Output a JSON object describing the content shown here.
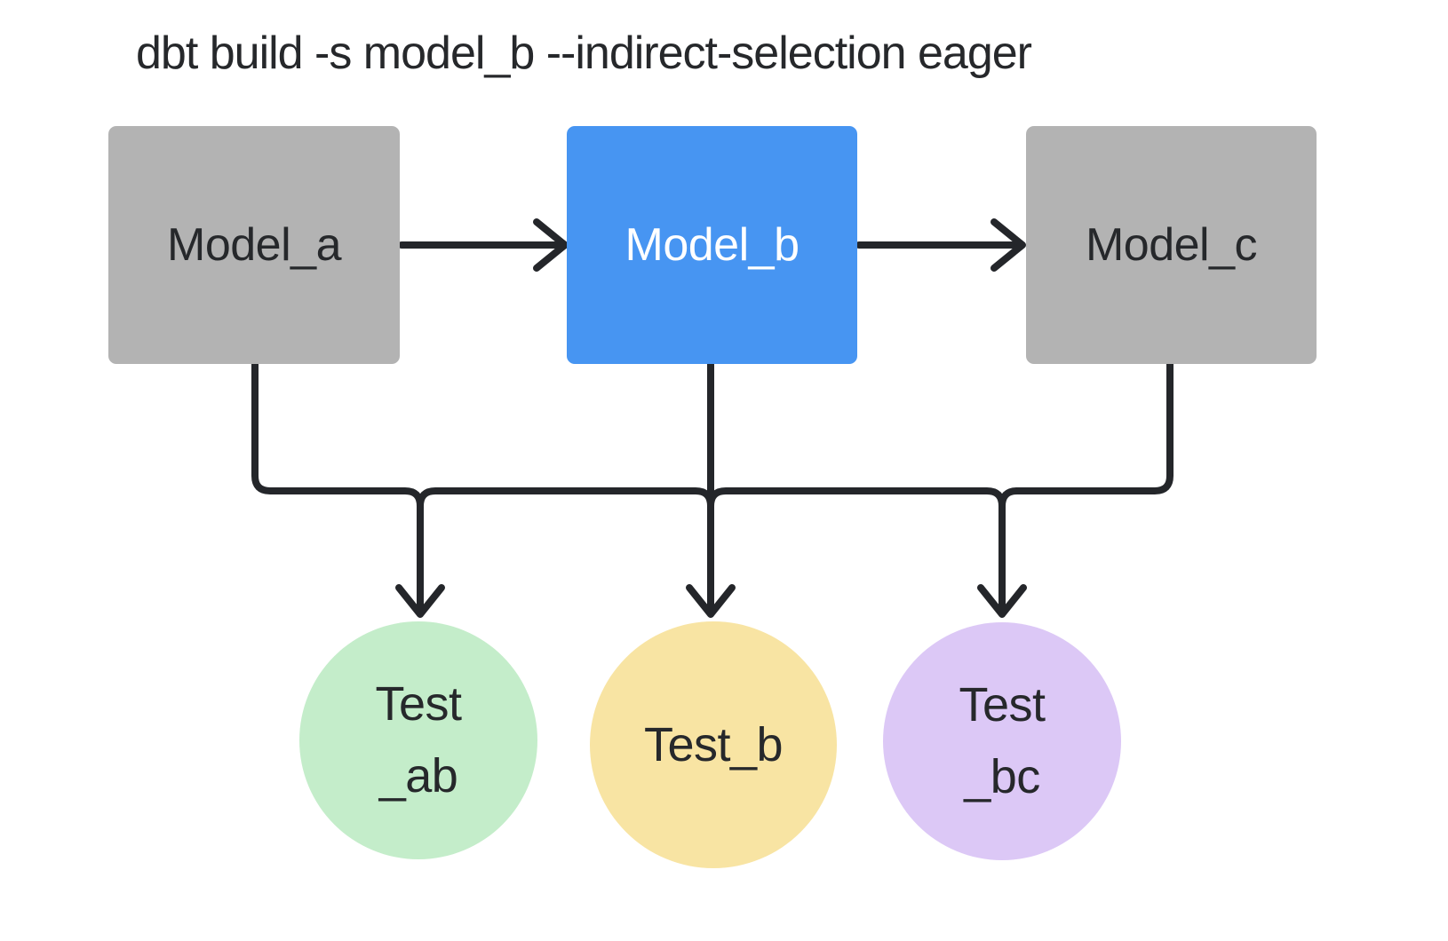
{
  "title": "dbt build -s model_b --indirect-selection eager",
  "colors": {
    "background": "#ffffff",
    "ink": "#26282b",
    "edge": "#24262a",
    "text_light": "#ffffff",
    "model_default": "#b3b3b3",
    "model_selected": "#4795f2",
    "test_ab": "#c4edca",
    "test_b": "#f8e4a3",
    "test_bc": "#dcc8f6"
  },
  "models": [
    {
      "id": "model_a",
      "label": "Model_a",
      "selected": false
    },
    {
      "id": "model_b",
      "label": "Model_b",
      "selected": true
    },
    {
      "id": "model_c",
      "label": "Model_c",
      "selected": false
    }
  ],
  "tests": [
    {
      "id": "test_ab",
      "label_lines": [
        "Test",
        "_ab"
      ]
    },
    {
      "id": "test_b",
      "label_lines": [
        "Test_b"
      ]
    },
    {
      "id": "test_bc",
      "label_lines": [
        "Test",
        "_bc"
      ]
    }
  ],
  "edges": [
    {
      "from": "model_a",
      "to": "model_b"
    },
    {
      "from": "model_b",
      "to": "model_c"
    },
    {
      "from": "model_a",
      "to": "test_ab"
    },
    {
      "from": "model_b",
      "to": "test_b"
    },
    {
      "from": "model_c",
      "to": "test_bc"
    },
    {
      "from": "model_a",
      "to": "test_b"
    },
    {
      "from": "model_a",
      "to": "test_bc"
    },
    {
      "from": "model_c",
      "to": "test_ab"
    },
    {
      "from": "model_c",
      "to": "test_b"
    }
  ]
}
